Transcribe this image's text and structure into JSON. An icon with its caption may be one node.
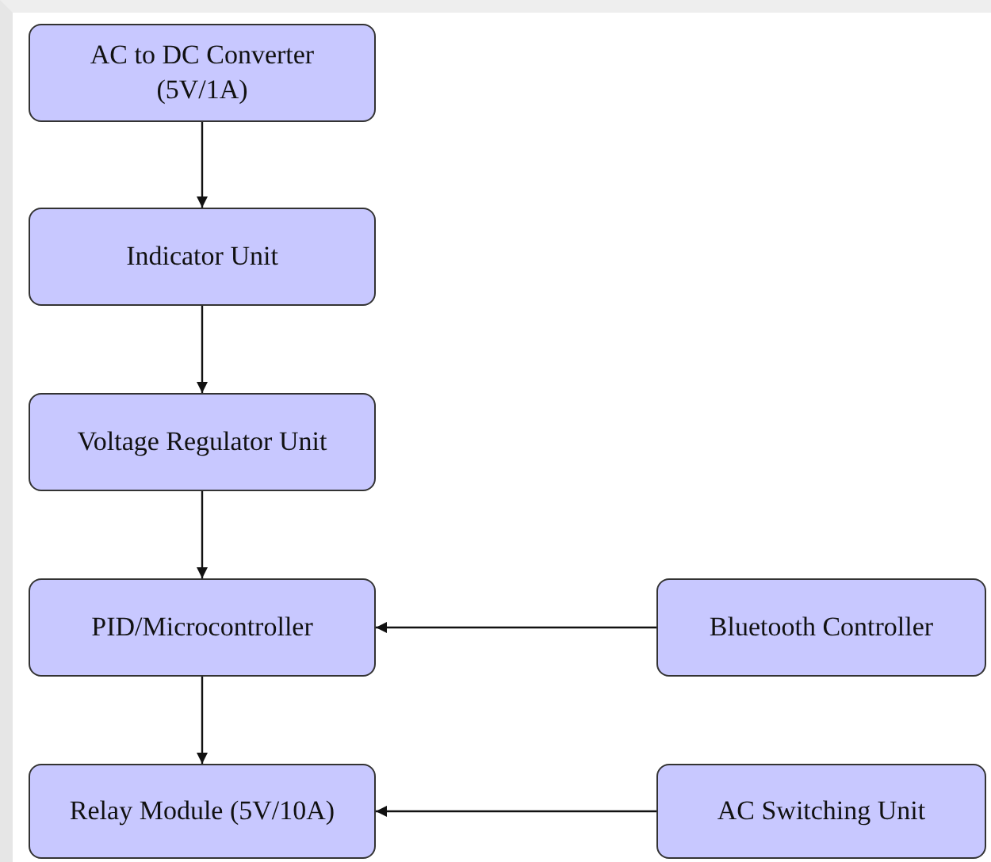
{
  "diagram": {
    "nodes": [
      {
        "text": [
          "AC to DC Converter (5V/1A)"
        ]
      },
      {
        "text": [
          "Indicator Unit"
        ]
      },
      {
        "text": [
          "Voltage Regulator Unit"
        ]
      },
      {
        "text": [
          "PID/Microcontroller"
        ]
      },
      {
        "text": [
          "Bluetooth Controller"
        ]
      },
      {
        "text": [
          "Relay Module (5V/10A)"
        ]
      },
      {
        "text": [
          "AC Switching Unit"
        ]
      }
    ],
    "edges": [
      {
        "from": 0,
        "to": 1,
        "arrow": "to"
      },
      {
        "from": 1,
        "to": 2,
        "arrow": "to"
      },
      {
        "from": 2,
        "to": 3,
        "arrow": "to"
      },
      {
        "from": 4,
        "to": 3,
        "arrow": "to"
      },
      {
        "from": 3,
        "to": 5,
        "arrow": "to"
      },
      {
        "from": 6,
        "to": 5,
        "arrow": "to"
      }
    ]
  }
}
